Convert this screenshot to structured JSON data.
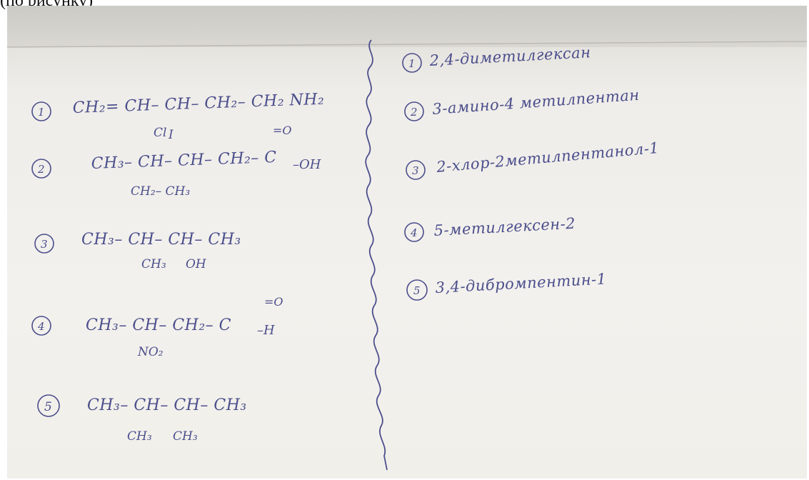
{
  "top_caption": "(по рисунку)",
  "left_column": {
    "items": [
      {
        "number": "1",
        "main_line": "CH₂= CH– CH– CH₂– CH₂ NH₂",
        "sub_labels": [
          "Cl"
        ]
      },
      {
        "number": "2",
        "main_line": "CH₃– CH– CH– CH₂– C",
        "top_labels": [
          "I",
          "=O"
        ],
        "end_label": "–OH",
        "sub_labels": [
          "CH₂– CH₃"
        ]
      },
      {
        "number": "3",
        "main_line": "CH₃– CH– CH– CH₃",
        "sub_labels": [
          "CH₃",
          "OH"
        ]
      },
      {
        "number": "4",
        "main_line": "CH₃– CH– CH₂– C",
        "top_labels": [
          "=O"
        ],
        "end_label": "–H",
        "sub_labels": [
          "NO₂"
        ]
      },
      {
        "number": "5",
        "main_line": "CH₃– CH– CH– CH₃",
        "sub_labels": [
          "CH₃",
          "CH₃"
        ]
      }
    ]
  },
  "right_column": {
    "items": [
      {
        "number": "1",
        "text": "2,4-диметилгексан"
      },
      {
        "number": "2",
        "text": "3-амино-4 метилпентан"
      },
      {
        "number": "3",
        "text": "2-хлор-2метилпентанол-1"
      },
      {
        "number": "4",
        "text": "5-метилгексен-2"
      },
      {
        "number": "5",
        "text": "3,4-дибромпентин-1"
      }
    ]
  },
  "colors": {
    "ink": "#4b4e8c",
    "paper": "#f1efea",
    "shadow": "#c7c7c3"
  }
}
